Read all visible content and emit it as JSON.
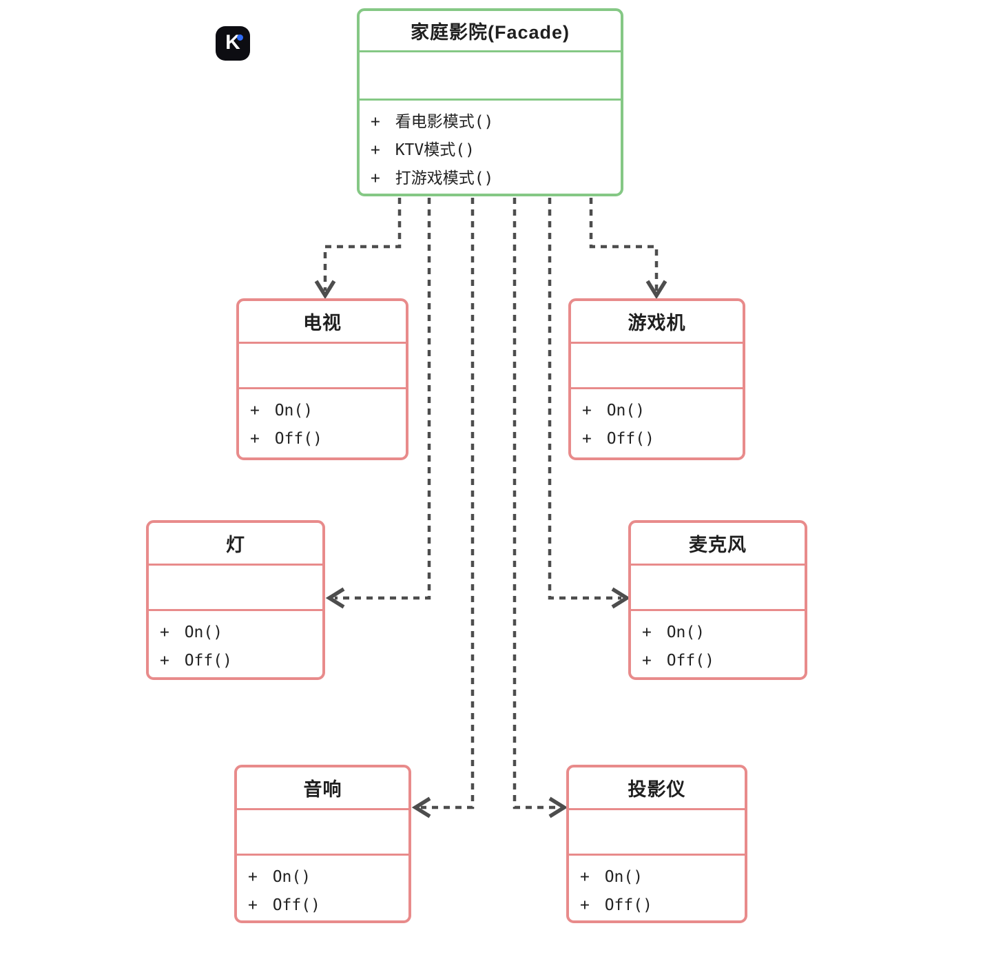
{
  "colors": {
    "facade_border": "#85c885",
    "subsystem_border": "#e88b8b",
    "connector": "#4d4d4d",
    "logo_background": "#0d0d12",
    "logo_dot": "#2e6bf6"
  },
  "logo": {
    "letter": "K"
  },
  "classes": {
    "facade": {
      "title": "家庭影院(Facade)",
      "attributes": [],
      "methods": [
        "+ 看电影模式()",
        "+ KTV模式()",
        "+ 打游戏模式()"
      ]
    },
    "tv": {
      "title": "电视",
      "attributes": [],
      "methods": [
        "+ On()",
        "+ Off()"
      ]
    },
    "game_console": {
      "title": "游戏机",
      "attributes": [],
      "methods": [
        "+ On()",
        "+ Off()"
      ]
    },
    "light": {
      "title": "灯",
      "attributes": [],
      "methods": [
        "+ On()",
        "+ Off()"
      ]
    },
    "microphone": {
      "title": "麦克风",
      "attributes": [],
      "methods": [
        "+ On()",
        "+ Off()"
      ]
    },
    "speaker": {
      "title": "音响",
      "attributes": [],
      "methods": [
        "+ On()",
        "+ Off()"
      ]
    },
    "projector": {
      "title": "投影仪",
      "attributes": [],
      "methods": [
        "+ On()",
        "+ Off()"
      ]
    }
  },
  "connectors": [
    {
      "from": "家庭影院(Facade)",
      "to": "电视",
      "style": "dashed-arrow"
    },
    {
      "from": "家庭影院(Facade)",
      "to": "灯",
      "style": "dashed-arrow"
    },
    {
      "from": "家庭影院(Facade)",
      "to": "音响",
      "style": "dashed-arrow"
    },
    {
      "from": "家庭影院(Facade)",
      "to": "投影仪",
      "style": "dashed-arrow"
    },
    {
      "from": "家庭影院(Facade)",
      "to": "麦克风",
      "style": "dashed-arrow"
    },
    {
      "from": "家庭影院(Facade)",
      "to": "游戏机",
      "style": "dashed-arrow"
    }
  ]
}
